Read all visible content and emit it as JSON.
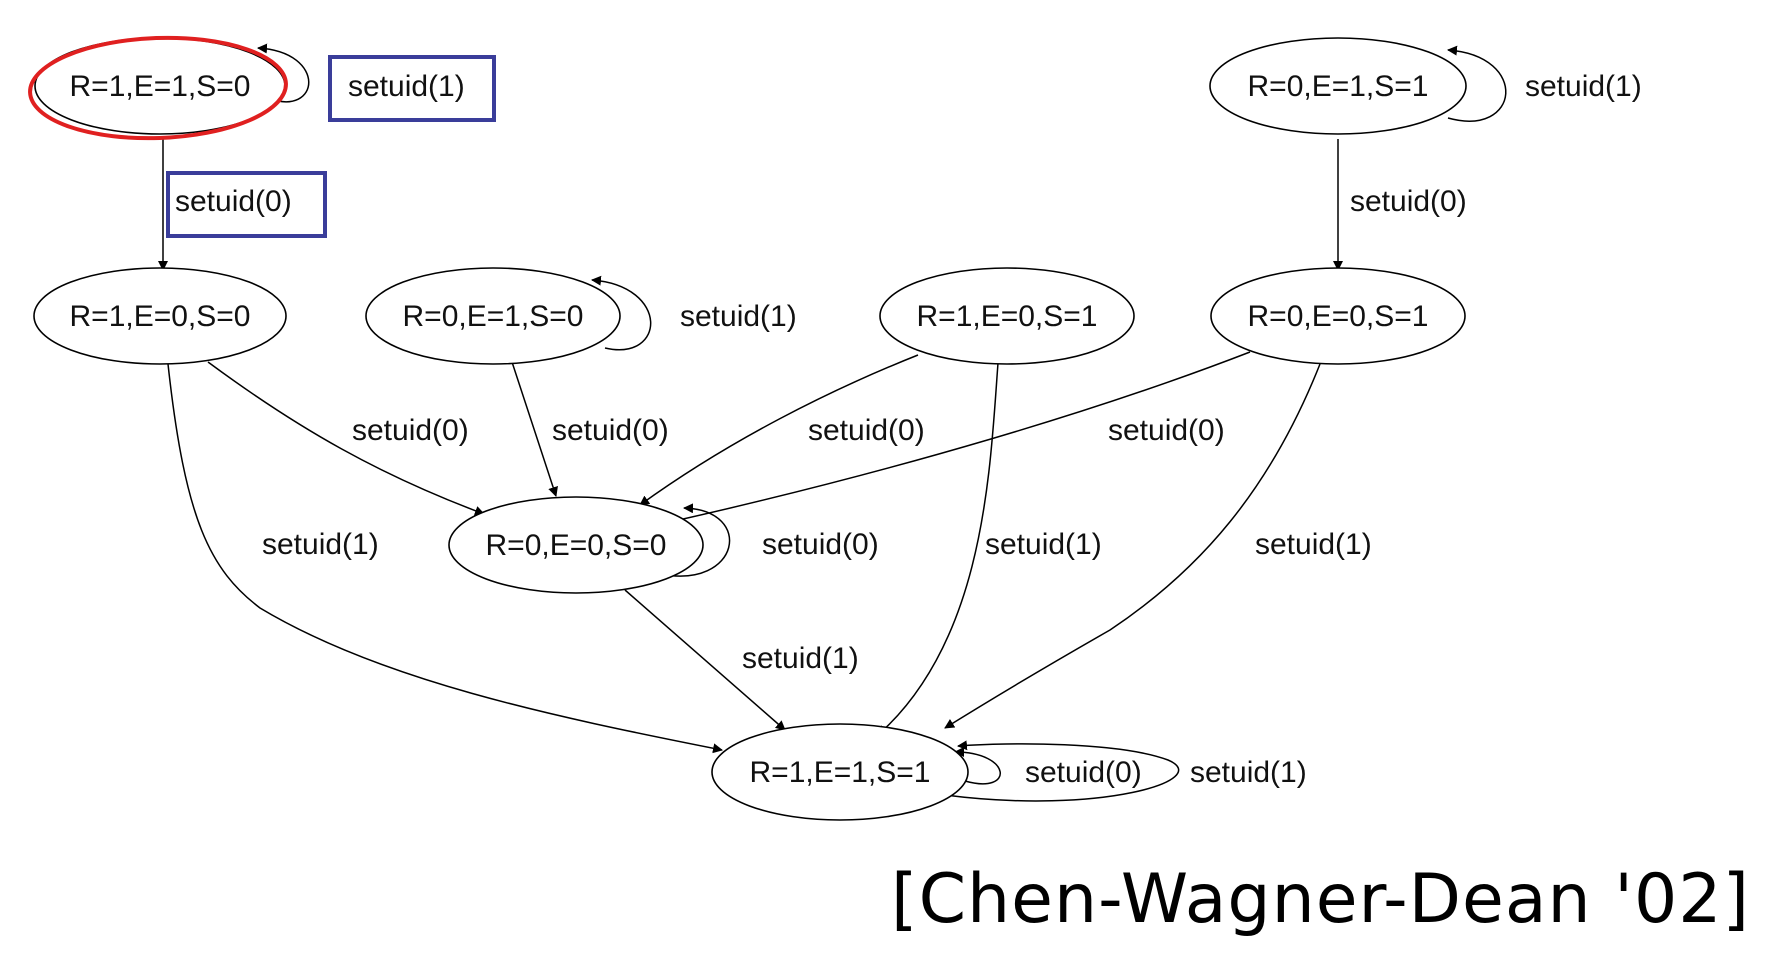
{
  "colors": {
    "highlight_ellipse": "#e02020",
    "highlight_box": "#3a3d9a"
  },
  "nodes": {
    "n_r1e1s0": "R=1,E=1,S=0",
    "n_r0e1s1": "R=0,E=1,S=1",
    "n_r1e0s0": "R=1,E=0,S=0",
    "n_r0e1s0": "R=0,E=1,S=0",
    "n_r1e0s1": "R=1,E=0,S=1",
    "n_r0e0s1": "R=0,E=0,S=1",
    "n_r0e0s0": "R=0,E=0,S=0",
    "n_r1e1s1": "R=1,E=1,S=1"
  },
  "edges": {
    "e_loop_r1e1s0": "setuid(1)",
    "e_r1e1s0_r1e0s0": "setuid(0)",
    "e_loop_r0e1s1": "setuid(1)",
    "e_r0e1s1_r0e0s1": "setuid(0)",
    "e_loop_r0e1s0": "setuid(1)",
    "e_r1e0s0_r0e0s0": "setuid(0)",
    "e_r0e1s0_r0e0s0": "setuid(0)",
    "e_r1e0s1_r0e0s0": "setuid(0)",
    "e_r0e0s1_r0e0s0": "setuid(0)",
    "e_r1e0s0_r1e1s1": "setuid(1)",
    "e_loop_r0e0s0": "setuid(0)",
    "e_r1e0s1_r1e1s1": "setuid(1)",
    "e_r0e0s1_r1e1s1": "setuid(1)",
    "e_r0e0s0_r1e1s1": "setuid(1)",
    "e_loop_r1e1s1_a": "setuid(0)",
    "e_loop_r1e1s1_b": "setuid(1)"
  },
  "citation": "[Chen-Wagner-Dean '02]"
}
